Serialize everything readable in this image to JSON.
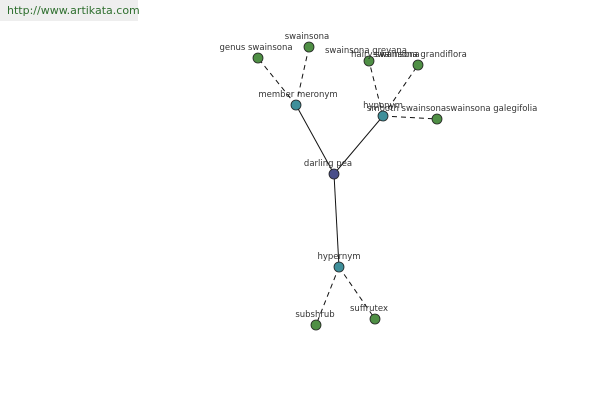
{
  "watermark": {
    "url": "http://www.artikata.com"
  },
  "colors": {
    "center": "#4a4f8a",
    "relation": "#3f8f9a",
    "leaf": "#4f8f45",
    "edge": "#111111"
  },
  "graph": {
    "center": "darling pea",
    "relations": [
      {
        "label": "member meronym",
        "leaves": [
          "genus swainsona",
          "swainsona"
        ]
      },
      {
        "label": "hyponym",
        "leaves": [
          "swainsona greyana",
          "hairy swainsona",
          "swainsona grandiflora",
          "smooth swainsona",
          "swainsona galegifolia"
        ]
      },
      {
        "label": "hypernym",
        "leaves": [
          "subshrub",
          "suffrutex"
        ]
      }
    ]
  }
}
